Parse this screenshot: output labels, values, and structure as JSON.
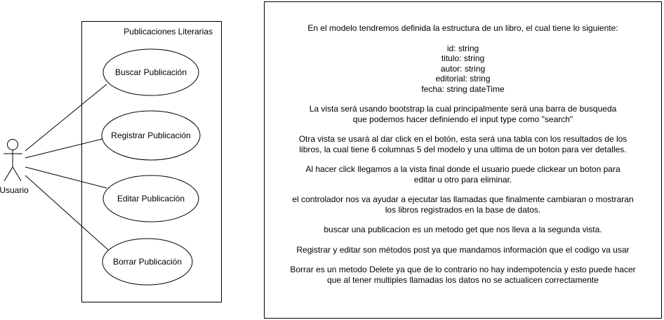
{
  "system": {
    "title": "Publicaciones Literarias"
  },
  "actor": {
    "label": "Usuario"
  },
  "use_cases": [
    {
      "label": "Buscar Publicación"
    },
    {
      "label": "Registrar Publicación"
    },
    {
      "label": "Editar Publicación"
    },
    {
      "label": "Borrar Publicación"
    }
  ],
  "notes": {
    "intro": "En el modelo tendremos definida la estructura de un libro, el cual tiene lo siguiente:",
    "properties": [
      "id: string",
      "titulo: string",
      "autor: string",
      "editorial: string",
      "fecha: string dateTime"
    ],
    "p_vista_line1": "La vista será usando bootstrap la cual principalmente será una barra de busqueda",
    "p_vista_line2": "que podemos hacer definiendo el input type como \"search\"",
    "p_otra_line1": "Otra vista se usará al dar click en el botón, esta será una tabla con los resultados de los",
    "p_otra_line2": "libros, la cual tiene 6 columnas 5 del modelo y una ultima de un boton para ver detalles.",
    "p_final_line1": "Al hacer click llegamos a la vista final donde el usuario puede clickear un boton para",
    "p_final_line2": "editar u otro para eliminar.",
    "p_ctrl_line1": "el controlador nos va ayudar a ejecutar las llamadas que finalmente cambiaran o mostraran",
    "p_ctrl_line2": "los libros registrados en la base de datos.",
    "p_buscar": "buscar una publicacion es un metodo get que nos lleva a la segunda vista.",
    "p_registrar": "Registrar y editar son métodos post ya que mandamos información que el codigo va usar",
    "p_borrar_line1": "Borrar es un metodo Delete ya que de lo contrario no hay indempotencia y esto puede hacer",
    "p_borrar_line2": "que al tener multiples llamadas los datos no se actualicen correctamente"
  }
}
